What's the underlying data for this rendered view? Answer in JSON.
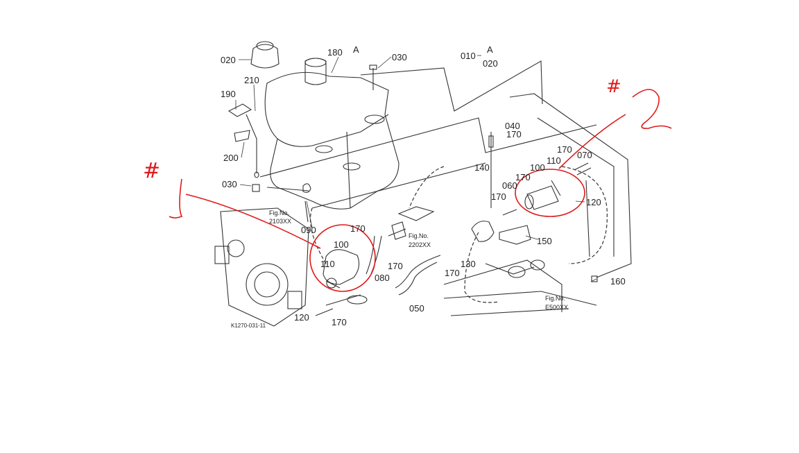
{
  "diagram": {
    "ref_code": "K1270-031-11",
    "section_marker": "A",
    "ref_label_010": "010",
    "ref_label_010_marker": "A",
    "ref_label_010_sub": "020",
    "parts": {
      "p020_cap": "020",
      "p180": "180",
      "p030_top": "030",
      "p210": "210",
      "p190": "190",
      "p200": "200",
      "p030_left": "030",
      "p090": "090",
      "p170_mid": "170",
      "p100_left": "100",
      "p110_left": "110",
      "p080": "080",
      "p170_hose": "170",
      "p050": "050",
      "p120_bottom": "120",
      "p170_bottom": "170",
      "p040": "040",
      "p170_040": "170",
      "p140": "140",
      "p060": "060",
      "p170_060": "170",
      "p100_right": "100",
      "p170_right": "170",
      "p110_right": "110",
      "p070": "070",
      "p120_right": "120",
      "p150": "150",
      "p130": "130",
      "p170_lower": "170",
      "p160": "160"
    },
    "fig_refs": {
      "fig1_title": "Fig.No.",
      "fig1_num": "2103XX",
      "fig2_title": "Fig.No.",
      "fig2_num": "2202XX",
      "fig3_title": "Fig.No.",
      "fig3_num": "E500XX"
    },
    "annotations": {
      "note1_hash": "#",
      "note1_num": "1",
      "note2_hash": "#",
      "note2_num": "2",
      "color": "#e01818"
    }
  }
}
